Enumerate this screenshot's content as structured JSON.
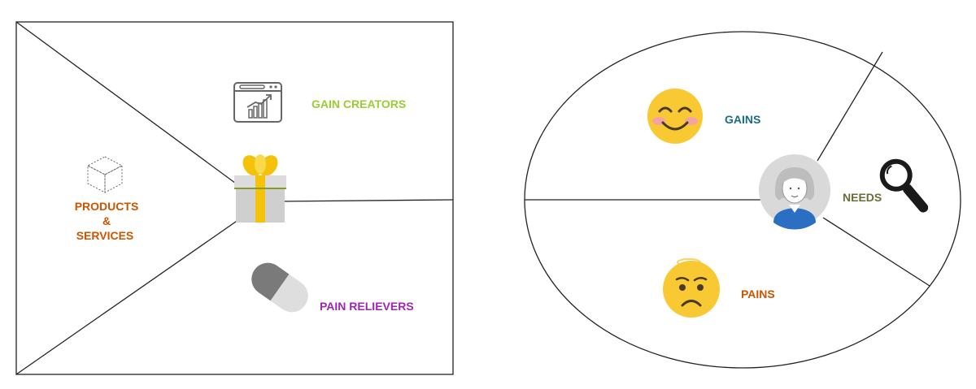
{
  "value_map": {
    "labels": {
      "gain_creators": "GAIN CREATORS",
      "products_line1": "PRODUCTS",
      "products_line2": "&",
      "products_line3": "SERVICES",
      "pain_relievers": "PAIN RELIEVERS"
    },
    "colors": {
      "gain_creators": "#9acd32",
      "products": "#cc5500",
      "pain_relievers": "#9c27b0"
    },
    "icons": [
      "growth-chart-icon",
      "product-box-icon",
      "gift-icon",
      "pill-icon"
    ]
  },
  "customer_profile": {
    "labels": {
      "gains": "GAINS",
      "needs": "NEEDS",
      "pains": "PAINS"
    },
    "colors": {
      "gains": "#1a6b8a",
      "needs": "#6b6b3a",
      "pains": "#cc5500"
    },
    "icons": [
      "smiling-face-icon",
      "customer-avatar-icon",
      "magnifier-icon",
      "worried-face-icon"
    ]
  }
}
